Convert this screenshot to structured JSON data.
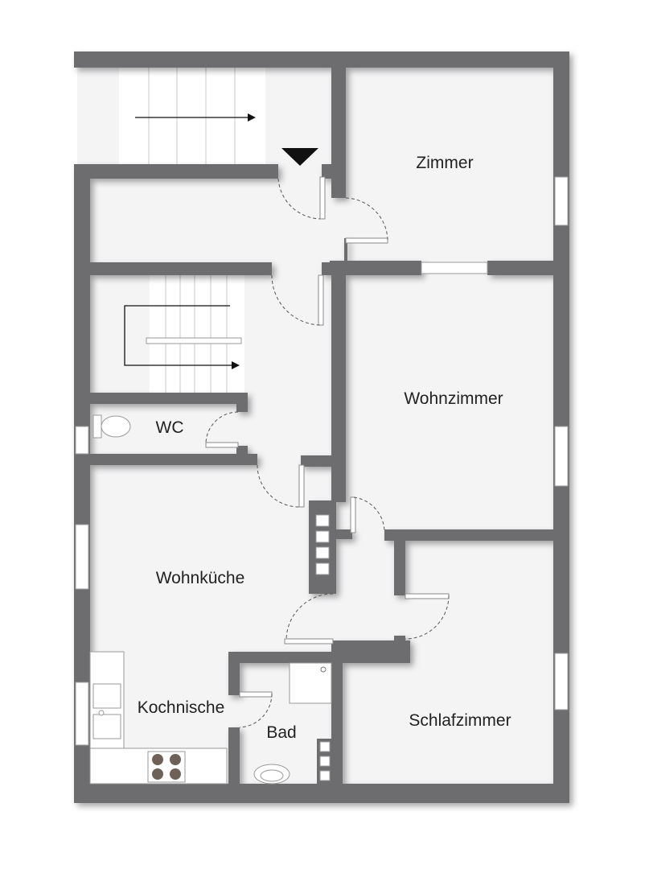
{
  "rooms": {
    "zimmer": "Zimmer",
    "wohnzimmer": "Wohnzimmer",
    "wc": "WC",
    "wohnkueche": "Wohnküche",
    "kochnische": "Kochnische",
    "bad": "Bad",
    "schlafzimmer": "Schlafzimmer"
  },
  "colors": {
    "wall": "#6d6d6f",
    "floor": "#f4f4f5"
  },
  "icons": [
    "entrance-triangle-icon",
    "stair-arrow-icon",
    "toilet-icon",
    "sink-icon",
    "stove-icon",
    "shower-icon",
    "washbasin-icon"
  ]
}
